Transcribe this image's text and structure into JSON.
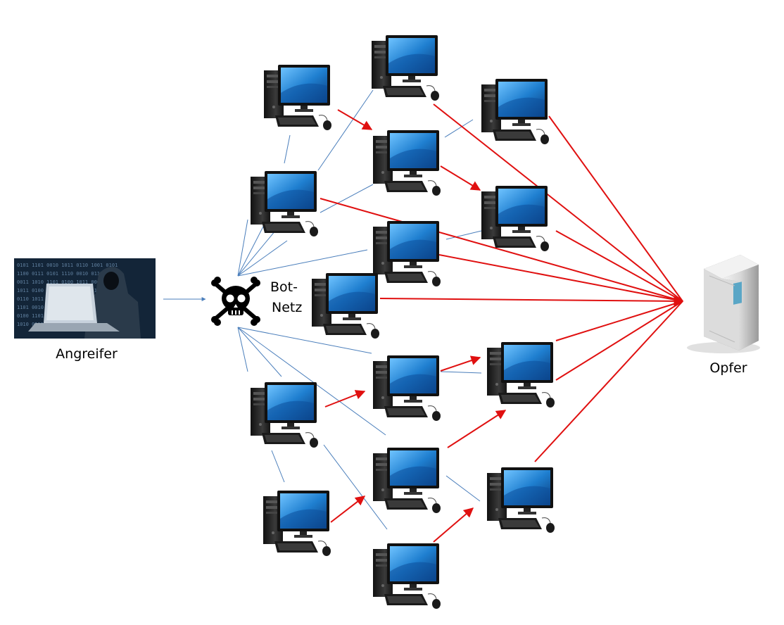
{
  "labels": {
    "attacker": "Angreifer",
    "victim": "Opfer",
    "botnet_line1": "Bot-",
    "botnet_line2": "Netz"
  },
  "icons": {
    "attacker": "hacker-photo",
    "command": "skull-crossbones-icon",
    "bot": "desktop-computer-icon",
    "victim": "server-tower-icon"
  },
  "colors": {
    "control_link": "#4a7ebb",
    "attack_link": "#e01010",
    "monitor_screen": "#1f7fd0"
  }
}
